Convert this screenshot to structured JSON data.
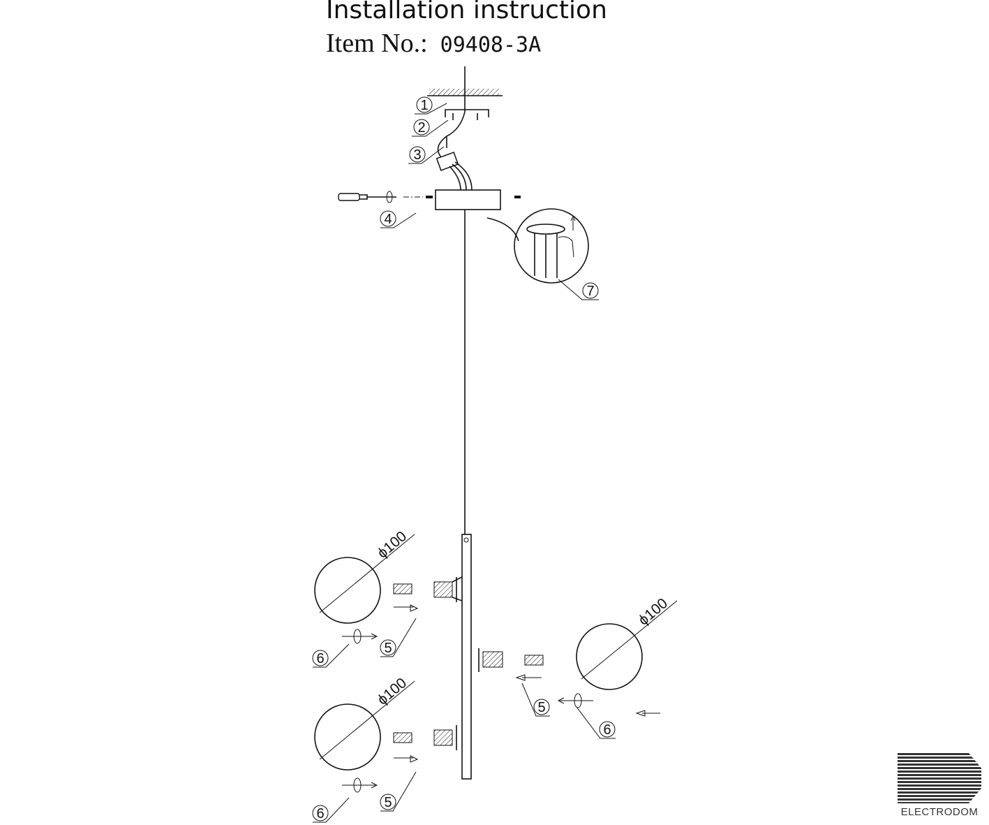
{
  "header": {
    "title": "Installation instruction",
    "item_label": "Item No.:",
    "item_number": "09408-3A"
  },
  "callouts": {
    "c1": "1",
    "c2": "2",
    "c3": "3",
    "c4": "4",
    "c7": "7",
    "c5a": "5",
    "c6a": "6",
    "c5b": "5",
    "c6b": "6",
    "c5c": "5",
    "c6c": "6"
  },
  "dimensions": {
    "globe_top_left": "ϕ100",
    "globe_right": "ϕ100",
    "globe_bottom_left": "ϕ100"
  },
  "logo": {
    "name": "ELECTRODOM"
  }
}
